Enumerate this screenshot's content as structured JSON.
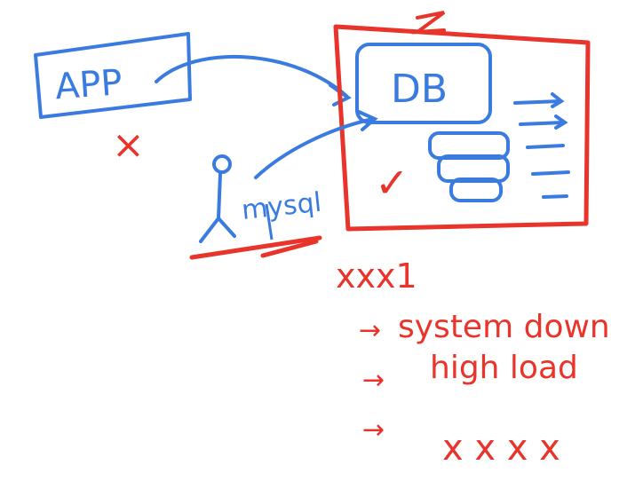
{
  "colors": {
    "blue_ink": "#3a7be0",
    "red_ink": "#e8342a",
    "background": "#ffffff"
  },
  "nodes": {
    "app": {
      "label": "APP"
    },
    "db": {
      "label": "DB"
    },
    "user": {
      "label": "mysql"
    }
  },
  "notes": {
    "heading": "xxx1",
    "items": [
      {
        "arrow": "→",
        "text": "system down"
      },
      {
        "arrow": "→",
        "text": "high load"
      },
      {
        "arrow": "→",
        "text": "x x x x"
      }
    ]
  },
  "marks": {
    "app_cross": "×",
    "db_tick": "✓"
  }
}
